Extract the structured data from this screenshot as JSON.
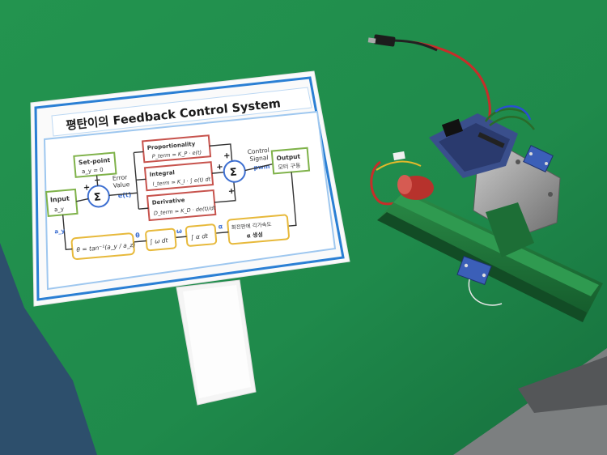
{
  "card": {
    "title": "평탄이의 Feedback Control System",
    "input_label": "Input",
    "input_symbol": "a_y",
    "setpoint_label": "Set-point",
    "setpoint_eq": "a_y = 0",
    "error_line1": "Error",
    "error_line2": "Value",
    "error_symbol": "e(t)",
    "sum_symbol": "Σ",
    "proportional_label": "Proportionality",
    "proportional_eq": "P_term = K_P · e(t)",
    "integral_label": "Integral",
    "integral_eq": "I_term = K_I · ∫ e(t) dt",
    "derivative_label": "Derivative",
    "derivative_eq": "D_term = K_D · de(t)/dt",
    "control_line1": "Control",
    "control_line2": "Signal",
    "pwm": "pwm",
    "output_label": "Output",
    "output_sub": "모터 구동",
    "accel_line1": "회전판에 각가속도",
    "accel_line2": "α 생성",
    "alpha": "α",
    "omega": "ω",
    "theta": "θ",
    "ay_feedback": "a_y",
    "int_alpha": "∫ α dt",
    "int_omega": "∫ ω dt",
    "theta_eq": "θ = tan⁻¹(a_y / a_z)",
    "plus": "+",
    "minus": "−"
  },
  "colors": {
    "table": "#1f8a4c",
    "card_frame": "#2a7fd4",
    "green_box": "#7fb24a",
    "red_box": "#c7534d",
    "yellow_box": "#e7b93b",
    "blue_circle": "#3d6fd1",
    "board_pcb": "#3a4f8c",
    "robot_green": "#1d6e36"
  }
}
